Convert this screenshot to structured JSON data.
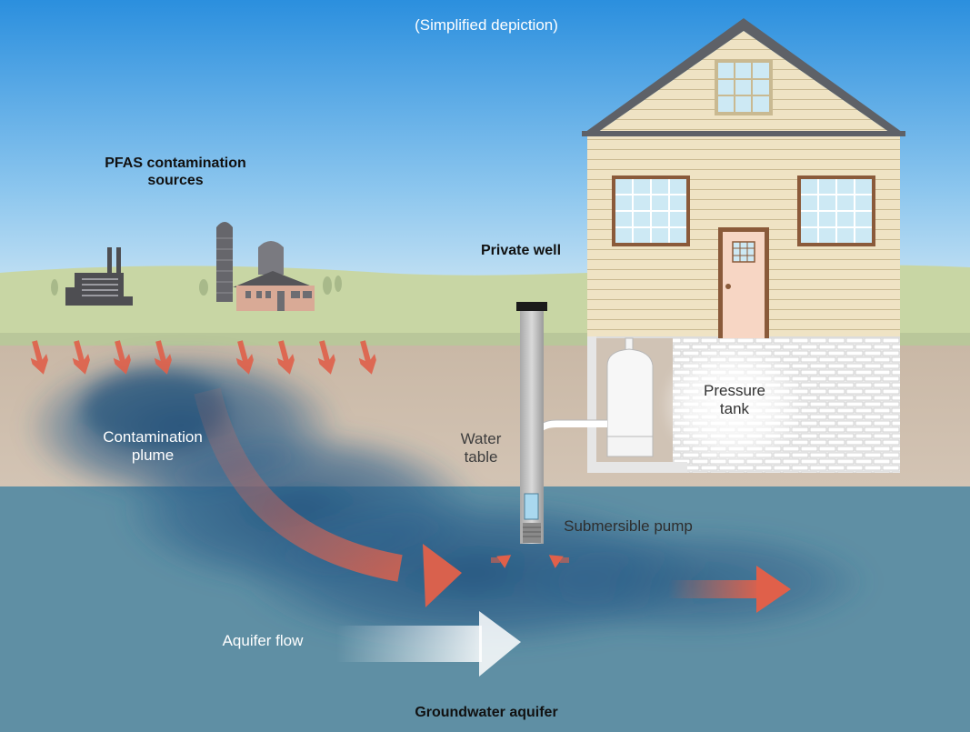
{
  "diagram": {
    "note": "(Simplified depiction)",
    "labels": {
      "sources": "PFAS contamination sources",
      "well": "Private well",
      "pressure_tank": "Pressure tank",
      "water_table": "Water table",
      "plume": "Contamination plume",
      "pump": "Submersible pump",
      "aquifer_flow": "Aquifer flow",
      "aquifer": "Groundwater aquifer"
    },
    "colors": {
      "sky_top": "#2b8fde",
      "sky_bottom": "#d7ecf7",
      "grass": "#c9d6a6",
      "soil": "#cdbcab",
      "aquifer": "#5d8ea3",
      "plume": "#2b5f87",
      "contamination_arrow": "#e0604a",
      "flow_arrow": "#ffffff",
      "siding": "#efe3c4",
      "roof": "#5e6167",
      "door": "#f7d6c4"
    }
  }
}
